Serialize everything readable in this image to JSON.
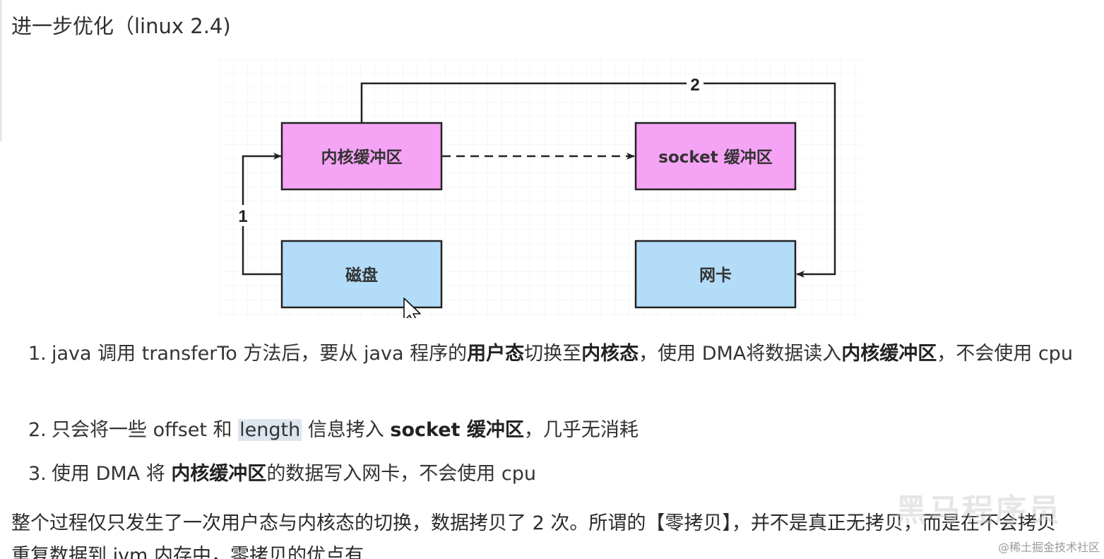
{
  "heading": "进一步优化（linux 2.4)",
  "diagram": {
    "boxes": {
      "kernel_buffer": "内核缓冲区",
      "socket_buffer": "socket 缓冲区",
      "disk": "磁盘",
      "nic": "网卡"
    },
    "edge_labels": {
      "step1": "1",
      "step2": "2"
    },
    "colors": {
      "pink_fill": "#f5a3f5",
      "blue_fill": "#b3dcf8",
      "stroke": "#222222",
      "grid": "#ececec"
    }
  },
  "list": {
    "item1": {
      "num": "1.",
      "t1": "java 调用 transferTo 方法后，要从 java 程序的",
      "b1": "用户态",
      "t2": "切换至",
      "b2": "内核态",
      "t3": "，使用 DMA将数据读入",
      "b3": "内核缓冲区",
      "t4": "，不会使用 cpu"
    },
    "item2": {
      "num": "2.",
      "t1": "只会将一些 offset 和 ",
      "hl": "length",
      "t2": " 信息拷入 ",
      "b1": "socket 缓冲区",
      "t3": "，几乎无消耗"
    },
    "item3": {
      "num": "3.",
      "t1": "使用 DMA 将 ",
      "b1": "内核缓冲区",
      "t2": "的数据写入网卡，不会使用 cpu"
    }
  },
  "paragraph": "整个过程仅只发生了一次用户态与内核态的切换，数据拷贝了 2 次。所谓的【零拷贝】，并不是真正无拷贝，而是在不会拷贝重复数据到 jvm 内存中，零拷贝的优点有",
  "watermark": {
    "big": "黑马程序员",
    "small": "@稀土掘金技术社区"
  }
}
